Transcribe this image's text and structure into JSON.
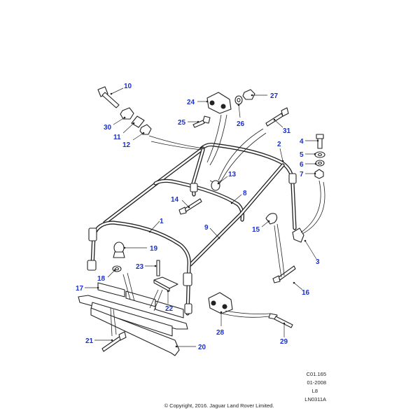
{
  "callouts": [
    "1",
    "2",
    "3",
    "4",
    "5",
    "6",
    "7",
    "8",
    "9",
    "10",
    "11",
    "12",
    "13",
    "14",
    "15",
    "16",
    "17",
    "18",
    "19",
    "20",
    "21",
    "22",
    "23",
    "24",
    "25",
    "26",
    "27",
    "28",
    "29",
    "30",
    "31"
  ],
  "reference": {
    "code": "C01.165",
    "date": "01-2008",
    "model": "L8",
    "drawing": "LN0311A"
  },
  "copyright": "© Copyright, 2016. Jaguar Land Rover Limited."
}
